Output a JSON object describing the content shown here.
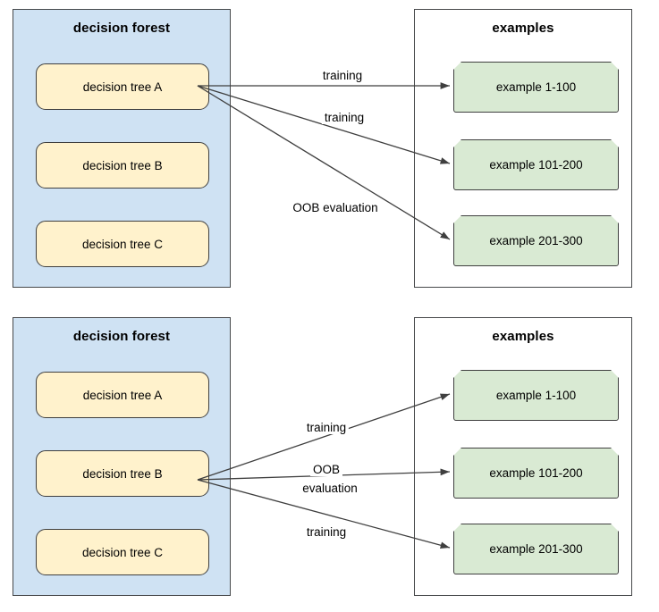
{
  "diagrams": [
    {
      "id": "top",
      "forest": {
        "title": "decision forest",
        "trees": [
          {
            "label": "decision tree A"
          },
          {
            "label": "decision tree B"
          },
          {
            "label": "decision tree C"
          }
        ]
      },
      "examples": {
        "title": "examples",
        "items": [
          {
            "label": "example 1-100"
          },
          {
            "label": "example 101-200"
          },
          {
            "label": "example 201-300"
          }
        ]
      },
      "edges": [
        {
          "label": "training",
          "from": "decision tree A",
          "to": "example 1-100"
        },
        {
          "label": "training",
          "from": "decision tree A",
          "to": "example 101-200"
        },
        {
          "label": "OOB evaluation",
          "from": "decision tree A",
          "to": "example 201-300"
        }
      ]
    },
    {
      "id": "bottom",
      "forest": {
        "title": "decision forest",
        "trees": [
          {
            "label": "decision tree A"
          },
          {
            "label": "decision tree B"
          },
          {
            "label": "decision tree C"
          }
        ]
      },
      "examples": {
        "title": "examples",
        "items": [
          {
            "label": "example 1-100"
          },
          {
            "label": "example 101-200"
          },
          {
            "label": "example 201-300"
          }
        ]
      },
      "edges": [
        {
          "label": "training",
          "from": "decision tree B",
          "to": "example 1-100"
        },
        {
          "label_line1": "OOB",
          "label_line2": "evaluation",
          "from": "decision tree B",
          "to": "example 101-200"
        },
        {
          "label": "training",
          "from": "decision tree B",
          "to": "example 201-300"
        }
      ]
    }
  ],
  "colors": {
    "forest_fill": "#cfe2f3",
    "tree_fill": "#fff2cc",
    "example_fill": "#d9ead3",
    "stroke": "#3f3f3f",
    "background": "#ffffff"
  }
}
